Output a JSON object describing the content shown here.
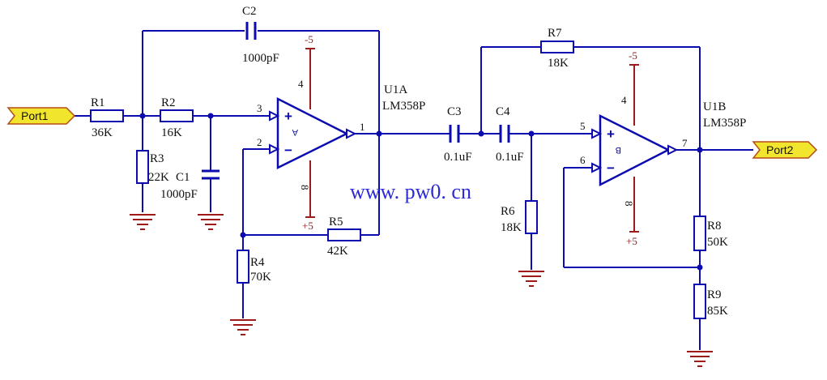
{
  "watermark": "www. pw0. cn",
  "ports": {
    "in": "Port1",
    "out": "Port2"
  },
  "parts": {
    "R1": {
      "name": "R1",
      "value": "36K"
    },
    "R2": {
      "name": "R2",
      "value": "16K"
    },
    "R3": {
      "name": "R3",
      "value": "22K"
    },
    "R4": {
      "name": "R4",
      "value": "70K"
    },
    "R5": {
      "name": "R5",
      "value": "42K"
    },
    "R6": {
      "name": "R6",
      "value": "18K"
    },
    "R7": {
      "name": "R7",
      "value": "18K"
    },
    "R8": {
      "name": "R8",
      "value": "50K"
    },
    "R9": {
      "name": "R9",
      "value": "85K"
    },
    "C1": {
      "name": "C1",
      "value": "1000pF"
    },
    "C2": {
      "name": "C2",
      "value": "1000pF"
    },
    "C3": {
      "name": "C3",
      "value": "0.1uF"
    },
    "C4": {
      "name": "C4",
      "value": "0.1uF"
    }
  },
  "opamps": {
    "U1A": {
      "ref": "U1A",
      "part": "LM358P",
      "unit": "A",
      "pin_in_plus": "3",
      "pin_in_minus": "2",
      "pin_out": "1",
      "pin_vneg": "4",
      "pin_vpos": "8",
      "vneg": "-5",
      "vpos": "+5"
    },
    "U1B": {
      "ref": "U1B",
      "part": "LM358P",
      "unit": "B",
      "pin_in_plus": "5",
      "pin_in_minus": "6",
      "pin_out": "7",
      "pin_vneg": "4",
      "pin_vpos": "8",
      "vneg": "-5",
      "vpos": "+5"
    }
  },
  "colors": {
    "wire": "#0b0bb0",
    "ground": "#9e1a1a",
    "port_fill": "#f2e52d",
    "watermark": "#2a2ad8"
  }
}
